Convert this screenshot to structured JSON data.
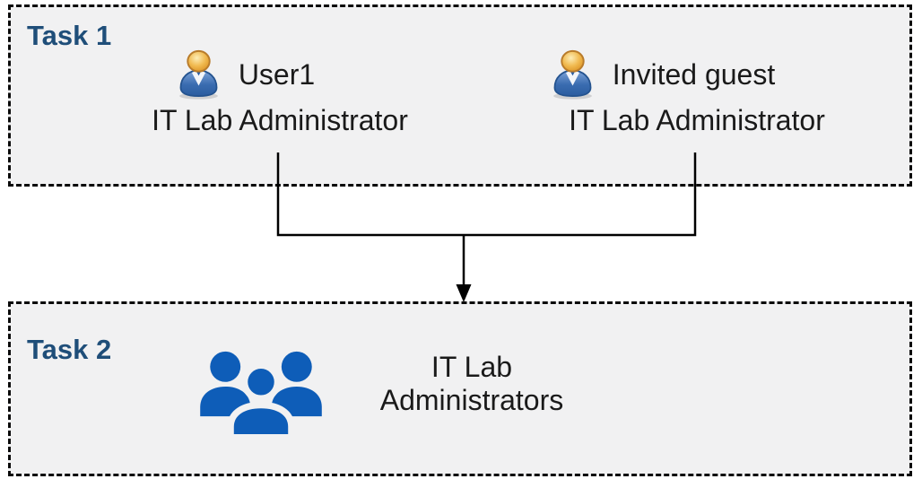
{
  "diagram": {
    "task1": {
      "label": "Task 1",
      "users": [
        {
          "name": "User1",
          "role": "IT Lab Administrator",
          "icon": "user-icon"
        },
        {
          "name": "Invited guest",
          "role": "IT Lab Administrator",
          "icon": "user-icon"
        }
      ]
    },
    "task2": {
      "label": "Task 2",
      "group_name": "IT Lab Administrators",
      "icon": "group-icon"
    },
    "connector": {
      "type": "merge-down-arrow",
      "icon": "arrow-down-icon"
    },
    "colors": {
      "task_label_accent": "#1f4e79",
      "box_background": "#f1f1f2",
      "box_border": "#0a0a0a",
      "connector_line": "#000000",
      "group_icon_blue": "#0e5db8",
      "user_icon_head_gold": "#eba93e",
      "user_icon_body_blue": "#3a6cb0",
      "text": "#1a1a1a"
    }
  }
}
